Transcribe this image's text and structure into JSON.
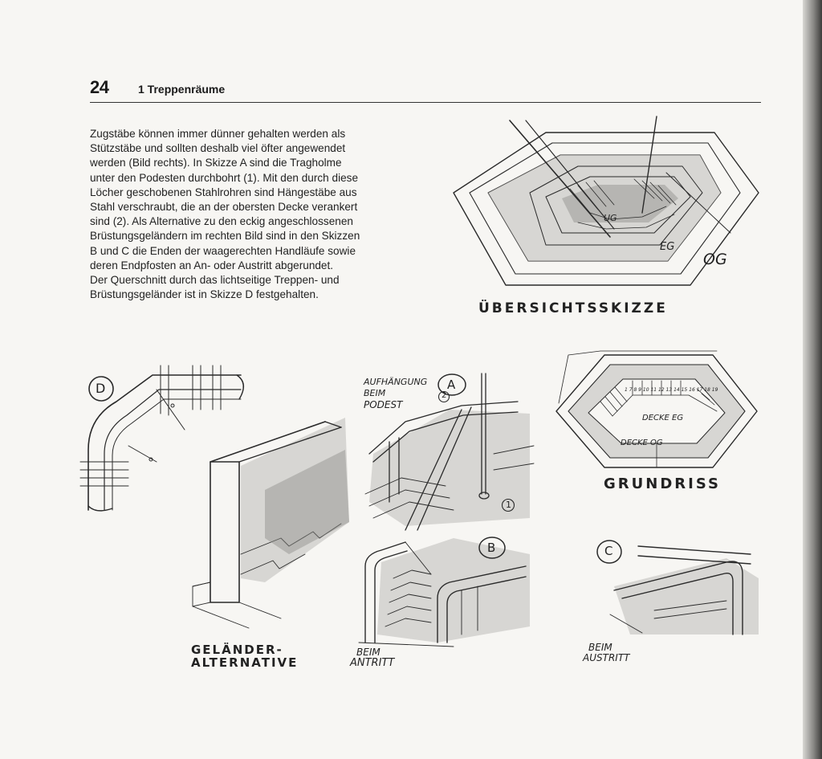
{
  "header": {
    "page_number": "24",
    "chapter_title": "1 Treppenräume"
  },
  "body_lines": [
    "Zugstäbe können immer dünner gehalten werden als",
    "Stützstäbe und sollten deshalb viel öfter angewendet",
    "werden (Bild rechts). In Skizze A sind die Tragholme",
    "unter den Podesten durchbohrt (1). Mit den durch diese",
    "Löcher geschobenen Stahlrohren sind Hängestäbe aus",
    "Stahl verschraubt, die an der obersten Decke verankert",
    "sind (2). Als Alternative zu den eckig angeschlossenen",
    "Brüstungsgeländern im rechten Bild sind in den Skizzen",
    "B und C die Enden der waagerechten Handläufe sowie",
    "deren Endpfosten an An- oder Austritt abgerundet.",
    "Der Querschnitt durch das lichtseitige Treppen- und",
    "Brüstungsgeländer ist in Skizze D festgehalten."
  ],
  "overview": {
    "caption": "ÜBERSICHTSSKIZZE",
    "label_ug": "UG",
    "label_eg": "EG",
    "label_og": "OG"
  },
  "plan": {
    "caption": "GRUNDRISS",
    "label_decke_eg": "DECKE EG",
    "label_decke_og": "DECKE OG",
    "step_numbers": "1 7 8 9 10 11 12 13 14 15 16 17 18 19"
  },
  "sketch_a": {
    "marker": "A",
    "label_line1": "AUFHÄNGUNG",
    "label_line2": "BEIM",
    "label_line3": "PODEST",
    "callout_1": "1",
    "callout_2": "2"
  },
  "sketch_b": {
    "marker": "B",
    "caption_line1": "BEIM",
    "caption_line2": "ANTRITT"
  },
  "sketch_c": {
    "marker": "C",
    "caption_line1": "BEIM",
    "caption_line2": "AUSTRITT"
  },
  "sketch_d": {
    "marker": "D"
  },
  "sketch_alt": {
    "caption_line1": "GELÄNDER-",
    "caption_line2": "ALTERNATIVE"
  }
}
